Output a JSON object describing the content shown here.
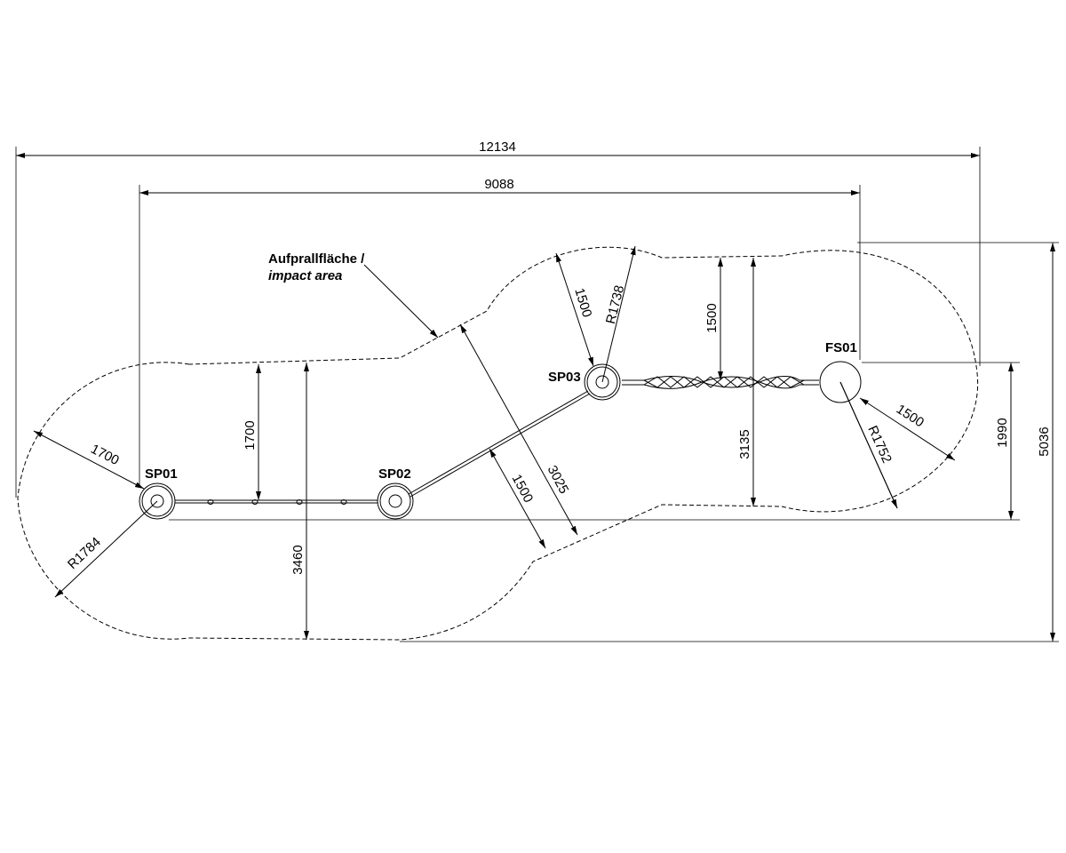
{
  "labels": {
    "impact_area_de": "Aufprallfläche /",
    "impact_area_en": "impact area",
    "sp01": "SP01",
    "sp02": "SP02",
    "sp03": "SP03",
    "fs01": "FS01"
  },
  "dimensions": {
    "overall_width": "12134",
    "post_span": "9088",
    "overall_depth": "5036",
    "offset_right": "1990",
    "sp01_top_clear": "1700",
    "left_depth": "3460",
    "sp03_top_clear": "1500",
    "right_depth": "3135",
    "sp01_side_clear": "1700",
    "sp01_radius": "R1784",
    "sp03_clear": "1500",
    "sp03_radius": "R1738",
    "fs01_clear": "1500",
    "fs01_radius": "R1752",
    "diag_depth": "3025",
    "diag_clear": "1500"
  }
}
